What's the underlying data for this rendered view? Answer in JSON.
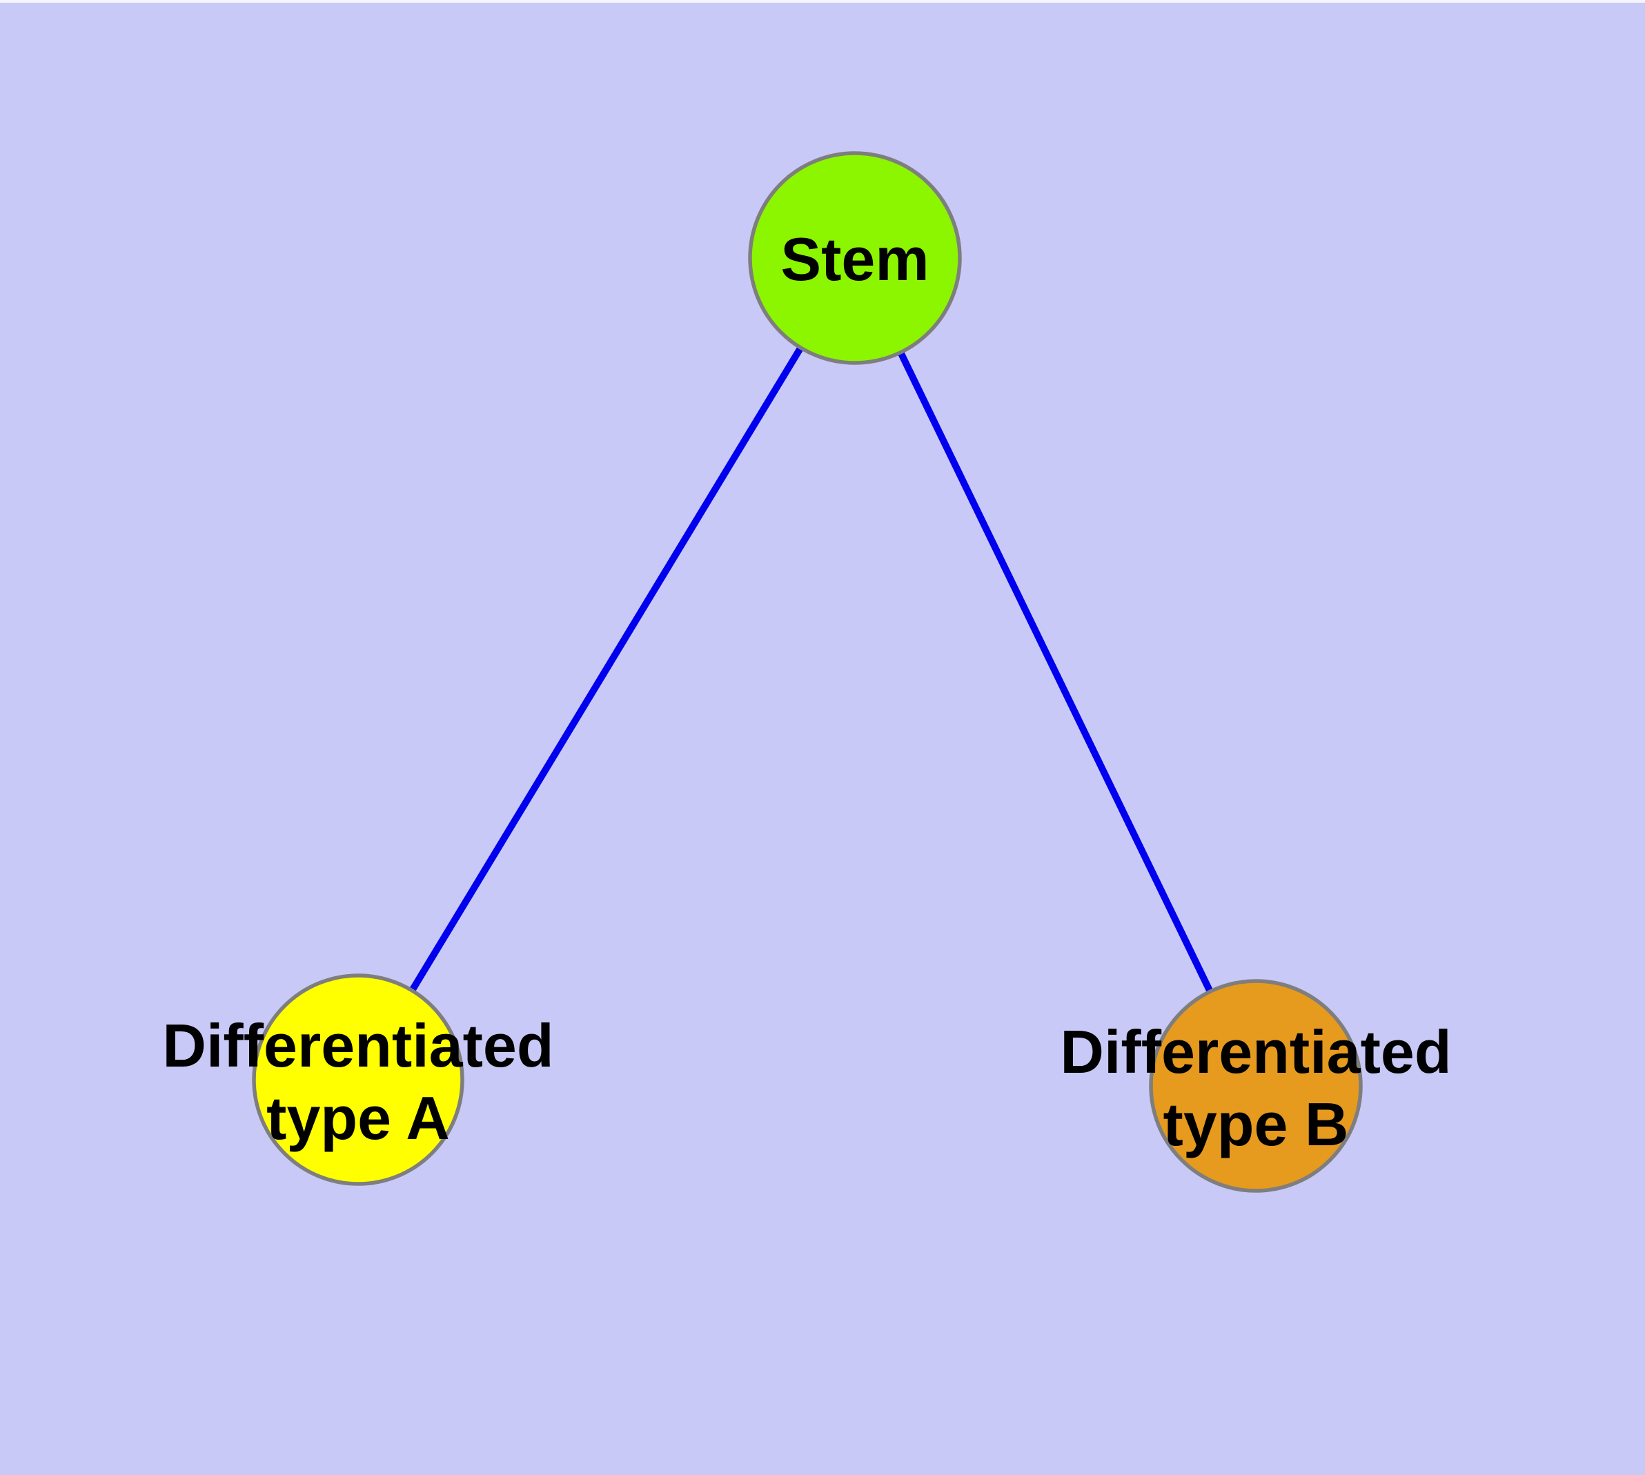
{
  "diagram": {
    "type": "graph",
    "colors": {
      "background": "#C9C9F7",
      "top_border": "#F4F4FC",
      "edge": "#0000EE",
      "node_border": "#7E7E7E",
      "label_text": "#000000"
    },
    "nodes": [
      {
        "id": "stem",
        "label": "Stem",
        "label_lines": [
          "Stem"
        ],
        "fill": "#8CF500"
      },
      {
        "id": "differentiated-type-a",
        "label": "Differentiated type A",
        "label_lines": [
          "Differentiated",
          "type A"
        ],
        "fill": "#FFFF00"
      },
      {
        "id": "differentiated-type-b",
        "label": "Differentiated type B",
        "label_lines": [
          "Differentiated",
          "type B"
        ],
        "fill": "#E69A1E"
      }
    ],
    "edges": [
      {
        "from": "stem",
        "to": "differentiated-type-a"
      },
      {
        "from": "stem",
        "to": "differentiated-type-b"
      }
    ]
  }
}
